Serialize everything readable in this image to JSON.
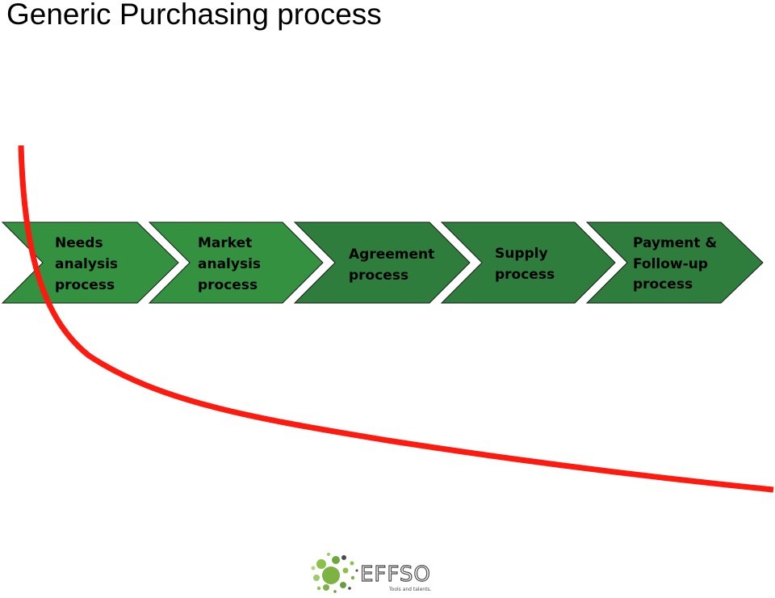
{
  "title": "Generic Purchasing process",
  "process": {
    "steps": [
      {
        "lines": [
          "Needs",
          "analysis",
          "process"
        ]
      },
      {
        "lines": [
          "Market",
          "analysis",
          "process"
        ]
      },
      {
        "lines": [
          "Agreement",
          "process"
        ]
      },
      {
        "lines": [
          "Supply",
          "process"
        ]
      },
      {
        "lines": [
          "Payment &",
          "Follow-up",
          "process"
        ]
      }
    ]
  },
  "logo": {
    "wordmark": "EFFSO",
    "tagline": "Tools and talents."
  },
  "colors": {
    "chevron_fill": "#2E7D3C",
    "chevron_fill_highlight": "#34913F",
    "chevron_stroke": "#1B1B1B",
    "curve": "#FF1A0F",
    "logo_green": "#7CB342",
    "logo_dark": "#4A4A4A"
  }
}
